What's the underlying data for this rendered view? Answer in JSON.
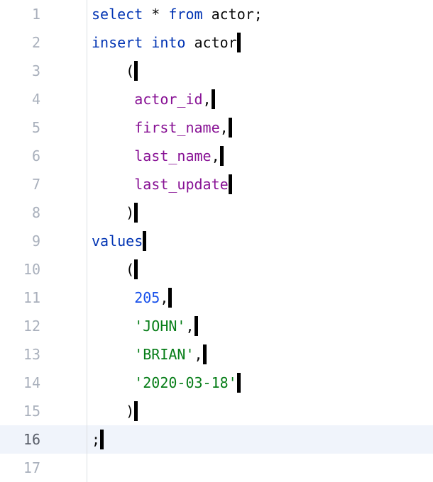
{
  "app": {
    "name": "sql-editor",
    "language": "SQL"
  },
  "colors": {
    "background": "#FFFFFF",
    "keyword": "#0033B3",
    "plain": "#080808",
    "identifier": "#871094",
    "string": "#067D17",
    "number": "#1750EB",
    "line_number": "#A9B0BC",
    "line_number_active": "#585D68",
    "gutter_separator": "#DCDFE3",
    "current_line_bg": "#F0F4FB",
    "caret": "#000000"
  },
  "editor": {
    "lines": [
      {
        "number": "1",
        "caret": false,
        "current": false,
        "segments": [
          {
            "type": "keyword",
            "text": "select"
          },
          {
            "type": "plain",
            "text": " * "
          },
          {
            "type": "keyword",
            "text": "from"
          },
          {
            "type": "plain",
            "text": " actor;"
          }
        ]
      },
      {
        "number": "2",
        "caret": true,
        "current": false,
        "segments": [
          {
            "type": "keyword",
            "text": "insert"
          },
          {
            "type": "plain",
            "text": " "
          },
          {
            "type": "keyword",
            "text": "into"
          },
          {
            "type": "plain",
            "text": " actor"
          }
        ]
      },
      {
        "number": "3",
        "caret": true,
        "current": false,
        "segments": [
          {
            "type": "plain",
            "text": "    ("
          }
        ]
      },
      {
        "number": "4",
        "caret": true,
        "current": false,
        "segments": [
          {
            "type": "plain",
            "text": "     "
          },
          {
            "type": "identifier",
            "text": "actor_id"
          },
          {
            "type": "plain",
            "text": ","
          }
        ]
      },
      {
        "number": "5",
        "caret": true,
        "current": false,
        "segments": [
          {
            "type": "plain",
            "text": "     "
          },
          {
            "type": "identifier",
            "text": "first_name"
          },
          {
            "type": "plain",
            "text": ","
          }
        ]
      },
      {
        "number": "6",
        "caret": true,
        "current": false,
        "segments": [
          {
            "type": "plain",
            "text": "     "
          },
          {
            "type": "identifier",
            "text": "last_name"
          },
          {
            "type": "plain",
            "text": ","
          }
        ]
      },
      {
        "number": "7",
        "caret": true,
        "current": false,
        "segments": [
          {
            "type": "plain",
            "text": "     "
          },
          {
            "type": "identifier",
            "text": "last_update"
          }
        ]
      },
      {
        "number": "8",
        "caret": true,
        "current": false,
        "segments": [
          {
            "type": "plain",
            "text": "    )"
          }
        ]
      },
      {
        "number": "9",
        "caret": true,
        "current": false,
        "segments": [
          {
            "type": "keyword",
            "text": "values"
          }
        ]
      },
      {
        "number": "10",
        "caret": true,
        "current": false,
        "segments": [
          {
            "type": "plain",
            "text": "    ("
          }
        ]
      },
      {
        "number": "11",
        "caret": true,
        "current": false,
        "segments": [
          {
            "type": "plain",
            "text": "     "
          },
          {
            "type": "number",
            "text": "205"
          },
          {
            "type": "plain",
            "text": ","
          }
        ]
      },
      {
        "number": "12",
        "caret": true,
        "current": false,
        "segments": [
          {
            "type": "plain",
            "text": "     "
          },
          {
            "type": "string",
            "text": "'JOHN'"
          },
          {
            "type": "plain",
            "text": ","
          }
        ]
      },
      {
        "number": "13",
        "caret": true,
        "current": false,
        "segments": [
          {
            "type": "plain",
            "text": "     "
          },
          {
            "type": "string",
            "text": "'BRIAN'"
          },
          {
            "type": "plain",
            "text": ","
          }
        ]
      },
      {
        "number": "14",
        "caret": true,
        "current": false,
        "segments": [
          {
            "type": "plain",
            "text": "     "
          },
          {
            "type": "string",
            "text": "'2020-03-18'"
          }
        ]
      },
      {
        "number": "15",
        "caret": true,
        "current": false,
        "segments": [
          {
            "type": "plain",
            "text": "    )"
          }
        ]
      },
      {
        "number": "16",
        "caret": true,
        "current": true,
        "segments": [
          {
            "type": "plain",
            "text": ";"
          }
        ]
      },
      {
        "number": "17",
        "caret": false,
        "current": false,
        "segments": []
      }
    ]
  }
}
